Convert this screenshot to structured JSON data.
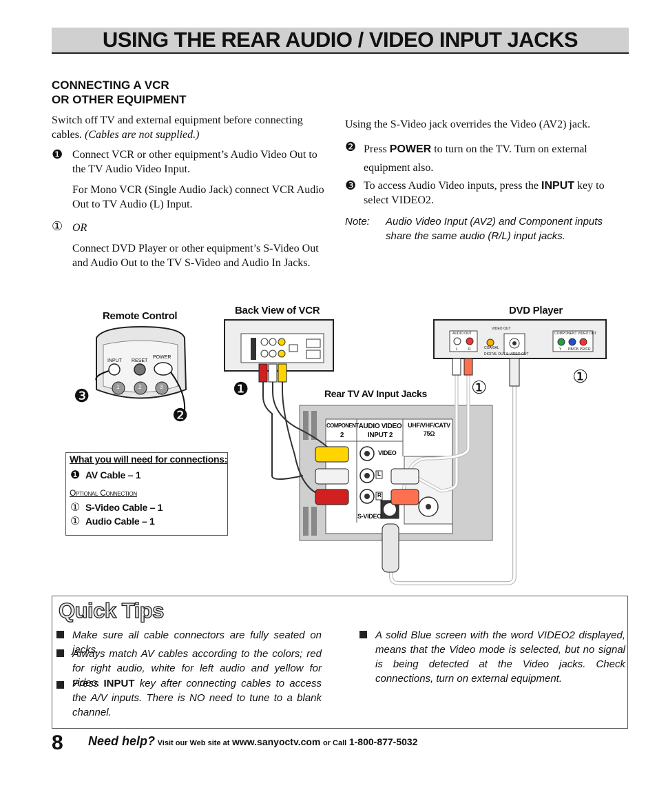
{
  "header": {
    "title": "USING THE REAR AUDIO / VIDEO INPUT JACKS"
  },
  "section": {
    "heading_line1": "CONNECTING A VCR",
    "heading_line2": "OR OTHER EQUIPMENT"
  },
  "left_column": {
    "intro_plain": "Switch off TV and external equipment before connecting cables.",
    "intro_italic": "(Cables are not supplied.)",
    "step1_marker": "❶",
    "step1_text": "Connect VCR or other equipment’s Audio Video Out to the TV Audio Video Input.",
    "mono_text": "For Mono VCR (Single Audio Jack) connect VCR Audio Out to TV Audio (L) Input.",
    "or_marker": "①",
    "or_text": "OR",
    "svideo_text": "Connect DVD Player or other equipment’s S-Video Out and Audio Out to the TV S-Video and Audio In Jacks."
  },
  "right_column": {
    "override_text": "Using the S-Video jack overrides the Video (AV2) jack.",
    "step2_marker": "❷",
    "step2_pre": "Press",
    "step2_key": "POWER",
    "step2_post": "to turn on the TV. Turn on external equipment also.",
    "step3_marker": "❸",
    "step3_pre": "To access Audio Video inputs, press the",
    "step3_key": "INPUT",
    "step3_post": "key to select VIDEO2.",
    "note_label": "Note:",
    "note_text": "Audio Video Input (AV2) and Component inputs share the same audio (R/L) input jacks."
  },
  "diagram": {
    "remote_label": "Remote Control",
    "vcr_label": "Back View of VCR",
    "dvd_label": "DVD Player",
    "jacks_label": "Rear TV AV  Input Jacks",
    "remote_input": "INPUT",
    "remote_reset": "RESET",
    "remote_power": "POWER",
    "remote_keys": [
      "1",
      "2",
      "3"
    ],
    "callout_3": "❸",
    "callout_2": "❷",
    "callout_1_vcr": "❶",
    "callout_1_dvd_a": "①",
    "callout_1_dvd_b": "①",
    "component_label": "COMPONENT",
    "component_num": "2",
    "av_input_label": "AUDIO VIDEO",
    "av_input_num": "INPUT 2",
    "uhf_label": "UHF/VHF/CATV",
    "uhf_ohm": "75Ω",
    "jack_video": "VIDEO",
    "jack_l": "L",
    "jack_r": "R",
    "jack_svideo": "S-VIDEO",
    "dvd_audio_out": "AUDIO OUT",
    "dvd_video_out": "VIDEO OUT",
    "dvd_component_out": "COMPONENT VIDEO OUT",
    "dvd_svideo_out": "S-VIDEO OUT",
    "dvd_digital_out": "DIGITAL OUT",
    "dvd_coaxial": "COAXIAL",
    "dvd_y": "Y",
    "dvd_pbcb": "PB/CB",
    "dvd_prcr": "PR/CR",
    "dvd_l": "L",
    "dvd_r": "R"
  },
  "needs": {
    "title": "What you will need for connections:",
    "item1_marker": "❶",
    "item1": "AV Cable – 1",
    "optional": "Optional Connection",
    "item2_marker": "①",
    "item2": "S-Video Cable – 1",
    "item3_marker": "①",
    "item3": "Audio Cable – 1"
  },
  "quick_tips": {
    "title": "Quick Tips",
    "tip1": "Make sure all cable connectors are fully seated on jacks.",
    "tip2": "Always match AV cables according to the colors; red for right audio, white for left audio and yellow for video.",
    "tip3_pre": "Press",
    "tip3_key": "INPUT",
    "tip3_post": "key after connecting cables to access the A/V inputs. There is NO need to tune to a blank channel.",
    "tip4": "A solid Blue screen with the word VIDEO2 displayed, means that the Video mode is selected, but no signal is being detected at the Video jacks. Check connections, turn on external equipment."
  },
  "footer": {
    "page_number": "8",
    "need_help": "Need help?",
    "visit": "Visit our Web site at",
    "website": "www.sanyoctv.com",
    "or_call": "or Call",
    "phone": "1-800-877-5032"
  }
}
